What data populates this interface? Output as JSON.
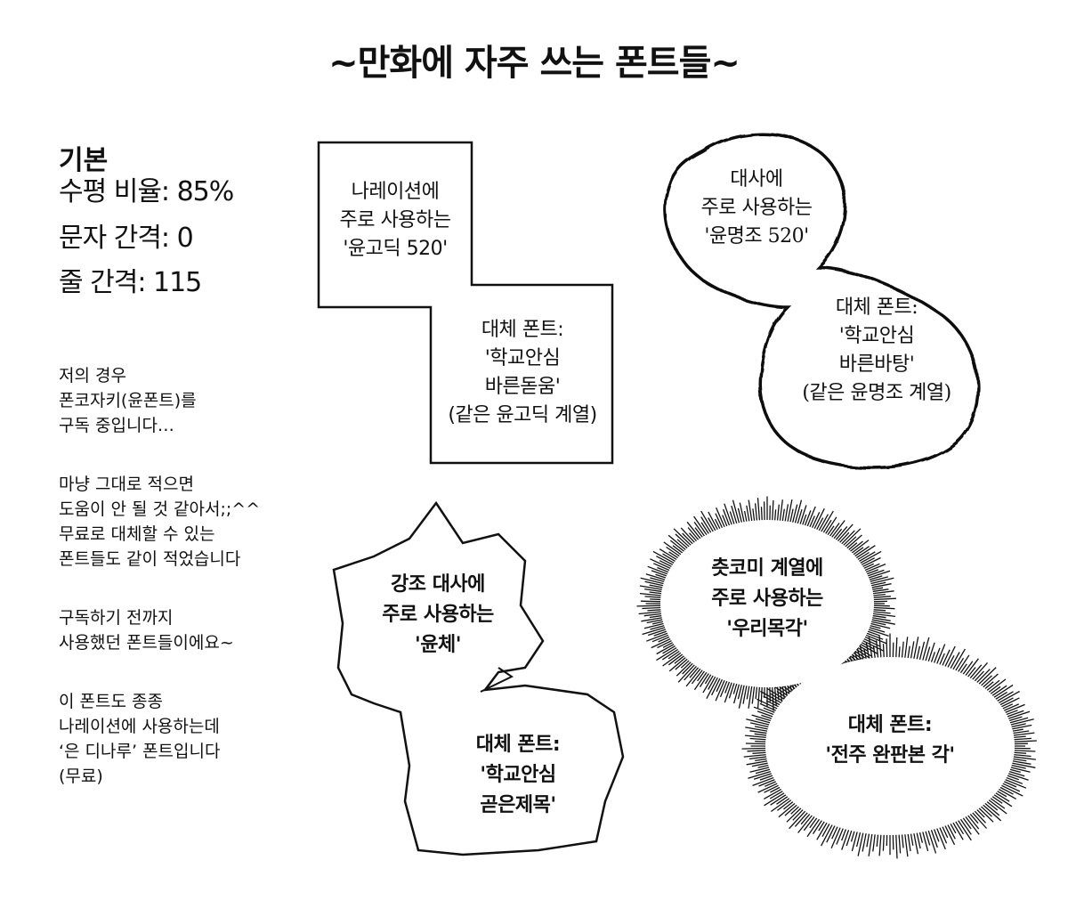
{
  "title": "~만화에 자주 쓰는 폰트들~",
  "basic": {
    "heading": "기본",
    "lines": [
      "수평 비율: 85%",
      "문자 간격: 0",
      "줄 간격: 115"
    ]
  },
  "notes": [
    [
      "저의 경우",
      "폰코자키(윤폰트)를",
      "구독 중입니다…"
    ],
    [
      "마냥 그대로 적으면",
      "도움이 안 될 것 같아서;;^^",
      "무료로 대체할 수 있는",
      "폰트들도 같이 적었습니다"
    ],
    [
      "구독하기 전까지",
      "사용했던 폰트들이에요~"
    ],
    [
      "이 폰트도 종종",
      "나레이션에 사용하는데",
      "‘은 디나루’ 폰트입니다",
      "(무료)"
    ]
  ],
  "narration_box": {
    "main": [
      "나레이션에",
      "주로 사용하는",
      "'윤고딕 520'"
    ],
    "alt": [
      "대체 폰트:",
      "'학교안심",
      "바른돋움'",
      "(같은 윤고딕 계열)"
    ]
  },
  "dialogue_bubble": {
    "main": [
      "대사에",
      "주로 사용하는",
      "'윤명조 520'"
    ],
    "alt": [
      "대체 폰트:",
      "'학교안심",
      "바른바탕'",
      "(같은 윤명조 계열)"
    ]
  },
  "emphasis_bubble": {
    "main": [
      "강조 대사에",
      "주로 사용하는",
      "'윤체'"
    ],
    "alt": [
      "대체 폰트:",
      "'학교안심",
      "곧은제목'"
    ]
  },
  "sfx_bubble": {
    "main": [
      "츳코미 계열에",
      "주로 사용하는",
      "'우리목각'"
    ],
    "alt": [
      "대체 폰트:",
      "'전주 완판본 각'"
    ]
  },
  "colors": {
    "ink": "#111111",
    "paper": "#ffffff"
  }
}
